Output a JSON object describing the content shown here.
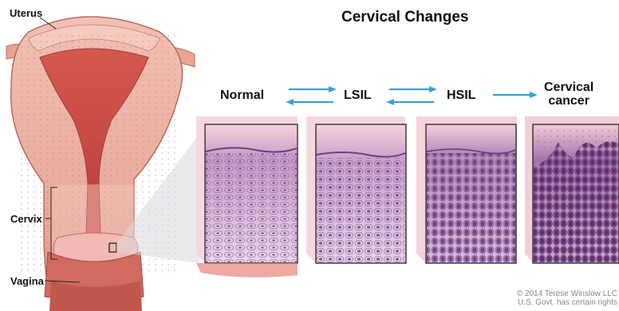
{
  "title": "Cervical Changes",
  "labels": {
    "uterus": "Uterus",
    "cervix": "Cervix",
    "vagina": "Vagina"
  },
  "stages": [
    "Normal",
    "LSIL",
    "HSIL",
    "Cervical cancer"
  ],
  "stage_cancer_line1": "Cervical",
  "stage_cancer_line2": "cancer",
  "copyright_line1": "© 2014 Terese Winslow LLC",
  "copyright_line2": "U.S. Govt. has certain rights",
  "colors": {
    "arrow": "#3aa0d8",
    "tissue_dark": "#7a4a86",
    "tissue_light": "#f0c8d6",
    "uterus": "#e8a99a",
    "uterus_dark": "#c8564f"
  }
}
